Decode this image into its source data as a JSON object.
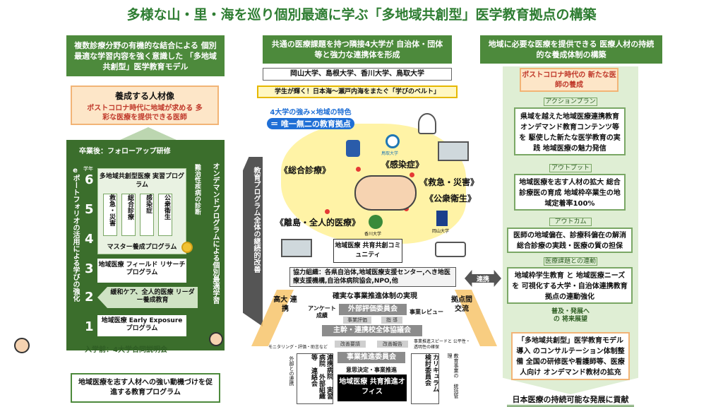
{
  "main_title": "多様な山・里・海を巡り個別最適に学ぶ「多地域共創型」医学教育拠点の構築",
  "left": {
    "header": "複数診療分野の有機的な結合による 個別最適な学習内容を強く意識した 「多地域共創型」医学教育モデル",
    "target_title": "養成する人材像",
    "target_desc": "ポストコロナ時代に地域が求める 多彩な医療を提供できる医師",
    "after_grad": "卒業後：フォローアップ研修",
    "grade_label": "学年",
    "grades": [
      "6",
      "5",
      "4",
      "3",
      "2",
      "1"
    ],
    "prog_6": "多地域共創型医療 実習プログラム",
    "rot_cols": [
      "救急・災害",
      "総合診療",
      "感染症",
      "公衆衛生"
    ],
    "master": "マスター養成プログラム",
    "prog_3": "地域医療 フィールド リサーチ プログラム",
    "prog_2": "緩和ケア、全人的医療 リーダー養成教育",
    "prog_1": "地域医療 Early Exposure プログラム",
    "intractable": "難治性疾病の診断",
    "eportfolio": "eポートフォリオの活用による学びの強化",
    "ondemand": "オンデマンドプログラムによる個別最適学習",
    "pre_entry": "入学前：4大学合同説明会",
    "bottom": "地域医療を志す人材への強い動機づけを促進する教育プログラム"
  },
  "center": {
    "header": "共通の医療課題を持つ隣接4大学が 自治体・団体等と強力な連携体を形成",
    "universities": "岡山大学、島根大学、香川大学、鳥取大学",
    "belt": "学生が輝く！日本海～瀬戸内海をまたぐ「学びのベルト」",
    "strength_1": "4大学の強み×地域の特色",
    "strength_2": "＝ 唯一無二の教育拠点",
    "field_general": "《総合診療》",
    "field_infection": "《感染症》",
    "field_emergency": "《救急・災害》",
    "field_public": "《公衆衛生》",
    "field_remote": "《離島・全人的医療》",
    "uni_label_tottori": "鳥取大学",
    "uni_label_kagawa": "香川大学",
    "uni_label_okayama": "岡山大学",
    "continuity": "教育プログラム全体の継続的改善",
    "community": "地域医療 共育共創コミュニティ",
    "partners": "協力組織：各県自治体,地域医療支援センター,へき地医療支援機構,自治体病院協会,NPO,他",
    "link": "連携",
    "high_coop": "高大 連携",
    "hub_exchange": "拠点間 交流",
    "secure_system": "確実な事業推進体制の実現",
    "enquete": "アンケート 成績",
    "external_eval": "外部評価委員会",
    "project_review": "事業レビュー",
    "project_eval": "事業評価",
    "guidance": "指 導",
    "steering": "主幹・連携校全体協議会",
    "improve_req": "改善要請",
    "improve_report": "改善報告",
    "monitoring": "モニタリング・評価・助言など",
    "speed": "事業推進スピードと 公平性・透明性の確保",
    "exec_committee": "事業推進委員会",
    "decision": "意思決定・事業推進",
    "office": "地域医療 共育推進オフィス",
    "external_link": "外部との連携",
    "hospital_committee": "連携病院 実習病院 外部組織等 連絡会",
    "curriculum_committee": "カリキュラム 検討委員会",
    "education_mgmt": "教育事業の 統括管理"
  },
  "right": {
    "header": "地域に必要な医療を提供できる 医療人材の持続的な養成体制の構築",
    "top_box": "ポストコロナ時代の 新たな医師の養成",
    "action_label": "アクションプラン",
    "action": "県域を越えた地域医療連携教育 オンデマンド教育コンテンツ等を 駆使した新たな医学教育の実践 地域医療の魅力発信",
    "output_label": "アウトプット",
    "output": "地域医療を志す人材の拡大 総合診療医の育成 地域枠卒業生の地域定着率100%",
    "outcome_label": "アウトカム",
    "outcome": "医師の地域偏在、診療科偏在の解消 総合診療の実践・医療の質の担保",
    "issues_label": "医療課題との連動",
    "issues": "地域枠学生教育 と 地域医療ニーズを 可視化する大学・自治体連携教育 拠点の連動強化",
    "spread_label": "普及・発展への 将来展望",
    "spread": "「多地域共創型」医学教育モデル導入 のコンサルテーション体制整備 全国の研修医や看護師等、医療人向け オンデマンド教材の拡充",
    "bottom": "日本医療の持続可能な発展に貢献"
  },
  "colors": {
    "title_green": "#2e7d32",
    "header_green": "#4d8a3c",
    "dark_green": "#3b6e2c",
    "peach": "#fde6c8",
    "orange": "#c0392b",
    "blue": "#1f6fd6",
    "map_yellow": "#fff3a6"
  }
}
